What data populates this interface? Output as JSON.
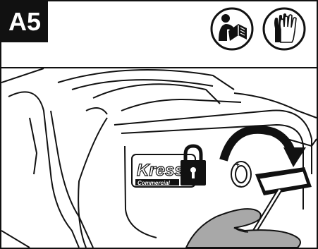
{
  "step": {
    "label": "A5"
  },
  "header_icons": [
    "read-manual-icon",
    "wear-gloves-icon"
  ],
  "illustration": {
    "brand_text": "Kress",
    "brand_subtext": "Commercial",
    "lock_state": "locked",
    "rotation_direction": "clockwise",
    "tool": "hex-key-tool"
  }
}
